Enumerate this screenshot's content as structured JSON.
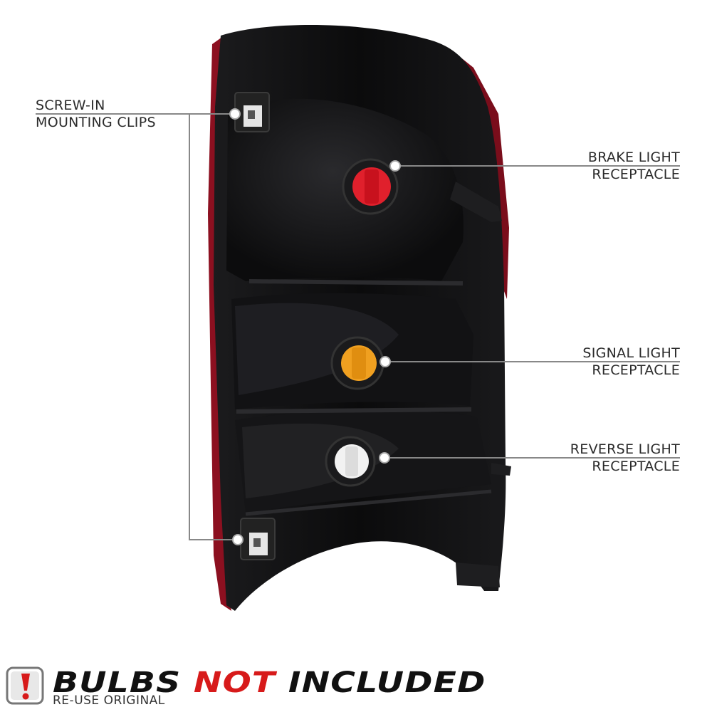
{
  "callouts": {
    "clips": {
      "line1": "SCREW-IN",
      "line2": "MOUNTING CLIPS"
    },
    "brake": {
      "line1": "BRAKE LIGHT",
      "line2": "RECEPTACLE"
    },
    "signal": {
      "line1": "SIGNAL LIGHT",
      "line2": "RECEPTACLE"
    },
    "reverse": {
      "line1": "REVERSE LIGHT",
      "line2": "RECEPTACLE"
    }
  },
  "banner": {
    "word1": "BULBS",
    "word2": "NOT",
    "word3": "INCLUDED",
    "subtitle": "RE-USE ORIGINAL"
  },
  "colors": {
    "housing": "#0f0f10",
    "lens_edge": "#8c1020",
    "brake_socket": "#e0202c",
    "signal_socket": "#f0a020",
    "reverse_socket": "#f2f2f2",
    "accent_red": "#d71a1a"
  }
}
